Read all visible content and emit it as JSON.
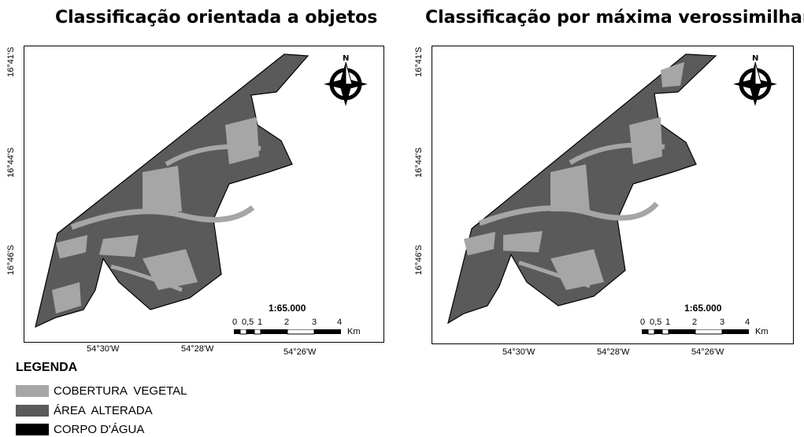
{
  "maps": [
    {
      "title": "Classificação orientada a objetos",
      "lat_labels": [
        "16°41'S",
        "16°44'S",
        "16°46'S"
      ],
      "lon_labels": [
        "54°30'W",
        "54°28'W",
        "54°26'W"
      ],
      "scale_ratio": "1:65.000",
      "scale_ticks": [
        "0",
        "0,5",
        "1",
        "2",
        "3",
        "4"
      ],
      "scale_unit": "Km"
    },
    {
      "title": "Classificação por máxima verossimilhança",
      "lat_labels": [
        "16°41'S",
        "16°44'S",
        "16°46'S"
      ],
      "lon_labels": [
        "54°30'W",
        "54°28'W",
        "54°26'W"
      ],
      "scale_ratio": "1:65.000",
      "scale_ticks": [
        "0",
        "0,5",
        "1",
        "2",
        "3",
        "4"
      ],
      "scale_unit": "Km"
    }
  ],
  "north_arrow_icon": "north-arrow-compass-icon",
  "legend": {
    "title": "LEGENDA",
    "items": [
      {
        "label": "COBERTURA  VEGETAL",
        "color": "#a6a6a6"
      },
      {
        "label": "ÁREA  ALTERADA",
        "color": "#5a5a5a"
      },
      {
        "label": "CORPO D'ÁGUA",
        "color": "#000000"
      }
    ]
  },
  "colors": {
    "vegetation": "#a6a6a6",
    "altered": "#5a5a5a",
    "water": "#000000"
  }
}
